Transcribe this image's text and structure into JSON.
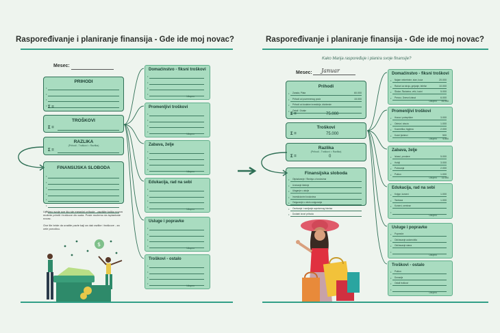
{
  "title": "Raspoređivanje i planiranje finansija - Gde ide moj novac?",
  "subtitle": "Kako Marija raspoređuje i planira svoje finansije?",
  "month_label": "Mesec:",
  "month_value": "Januar",
  "left": {
    "prihodi": "PRIHODI",
    "troskovi": "TROŠKOVI",
    "razlika": "RAZLIKA",
    "razlika_sub": "(Prihodi - Troškovi = Razlika)",
    "finansijska": "FINANSIJSKA SLOBODA",
    "sum_label": "Σ =",
    "para1": "Upišimo svoje sve što ste mesečni prihode - zapišite koliko novca možete primiti i troškove dio sada. Posle možemo da isplanirate novac.",
    "para2": "Ove lile bride da uradite pavle kaji za dak razlike i troškove - za cele porodicu."
  },
  "right": {
    "prihodi": "Prihodi",
    "prihodi_sum": "75.000",
    "prihodi_items": [
      {
        "t": "Zarada, Plata",
        "v": "60.000"
      },
      {
        "t": "Prihodi od povremenog posla",
        "v": "15.000"
      },
      {
        "t": "Prihodi od dodatne investicije, dividende",
        "v": ""
      },
      {
        "t": "Ostali / Ostale",
        "v": ""
      }
    ],
    "troskovi": "Troškovi",
    "troskovi_sum": "75.000",
    "razlika": "Razlika",
    "razlika_sub": "(Prihodi - Troškovi = Razlika)",
    "razlika_sum": "0",
    "finansijska": "Finansijska sloboda",
    "fs_items": [
      "Otplaćivanje / Štednja u fondovima",
      "Uvećanje štednje",
      "Ulaganje u akcije",
      "Investicionim fondovima",
      "Osiguranje u okviru osiguranja",
      "Osnivanje i razvijanje sopstvenog biznisa",
      "Dodatni izvori prihoda"
    ],
    "sum_label": "Σ ="
  },
  "categories": [
    {
      "title": "Domaćinstvo - fiksni troškovi",
      "items": [
        {
          "t": "Najam nekretnine, stan, kuća",
          "v": "20.000"
        },
        {
          "t": "Računi za struju, grejanje, telefon",
          "v": "10.000"
        },
        {
          "t": "Školar, Školarina, vrtić, kućni",
          "v": "5.000"
        },
        {
          "t": "Prevoz, Dnevni izlasci",
          "v": "6.000"
        }
      ],
      "ukupno": "41.000"
    },
    {
      "title": "Promenljivi troškovi",
      "items": [
        {
          "t": "Hrana i potrepštine",
          "v": "3.000"
        },
        {
          "t": "Odeća i obuća",
          "v": "1.000"
        },
        {
          "t": "Kozmetika, higijena",
          "v": "2.000"
        },
        {
          "t": "Kućni ljubimci",
          "v": "500"
        }
      ],
      "ukupno": "6.500"
    },
    {
      "title": "Zabava, želje",
      "items": [
        {
          "t": "Izlasci, proslave",
          "v": "5.000"
        },
        {
          "t": "Hobiji",
          "v": "3.000"
        },
        {
          "t": "Putovanja",
          "v": "2.000"
        },
        {
          "t": "Poklon",
          "v": "1.000"
        }
      ],
      "ukupno": "11.000"
    },
    {
      "title": "Edukacija, rad na sebi",
      "items": [
        {
          "t": "Knjige, kursevi",
          "v": "1.000"
        },
        {
          "t": "Teretana",
          "v": "1.000"
        },
        {
          "t": "Kursevi, seminari",
          "v": ""
        },
        {
          "t": "",
          "v": ""
        }
      ],
      "ukupno": ""
    },
    {
      "title": "Usluge i popravke",
      "items": [
        {
          "t": "Popravke",
          "v": ""
        },
        {
          "t": "Održavanje automobila",
          "v": ""
        },
        {
          "t": "Održavanje stana",
          "v": ""
        },
        {
          "t": "",
          "v": ""
        }
      ],
      "ukupno": ""
    },
    {
      "title": "Troškovi - ostalo",
      "items": [
        {
          "t": "Pokloni",
          "v": ""
        },
        {
          "t": "Donacije",
          "v": ""
        },
        {
          "t": "Ostali troškovi",
          "v": ""
        },
        {
          "t": "",
          "v": ""
        }
      ],
      "ukupno": ""
    }
  ],
  "ukupno_label": "Ukupno",
  "icons": [
    "money-icon",
    "dollar-coin-icon",
    "arrow-right-icon"
  ]
}
